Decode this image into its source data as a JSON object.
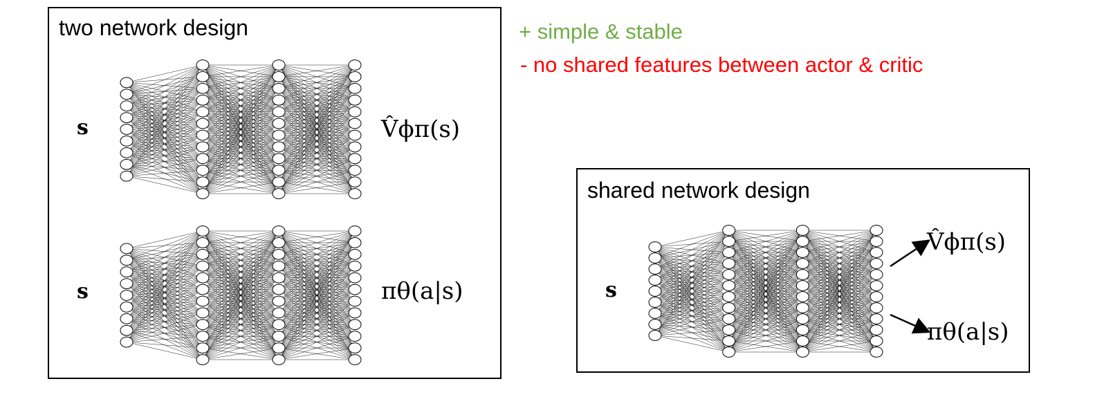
{
  "panels": {
    "two_network": {
      "title": "two network design",
      "top_net": {
        "input_label": "s",
        "output_label": "V̂ϕπ(s)"
      },
      "bottom_net": {
        "input_label": "s",
        "output_label": "πθ(a|s)"
      }
    },
    "shared_network": {
      "title": "shared network design",
      "input_label": "s",
      "output_value_label": "V̂ϕπ(s)",
      "output_policy_label": "πθ(a|s)"
    }
  },
  "notes": {
    "pro": "+ simple & stable",
    "con": "- no shared features between actor & critic"
  },
  "colors": {
    "pro": "#70ad47",
    "con": "#ff0000",
    "stroke": "#000000"
  },
  "network": {
    "layer_node_counts": [
      9,
      12,
      12,
      12
    ]
  }
}
